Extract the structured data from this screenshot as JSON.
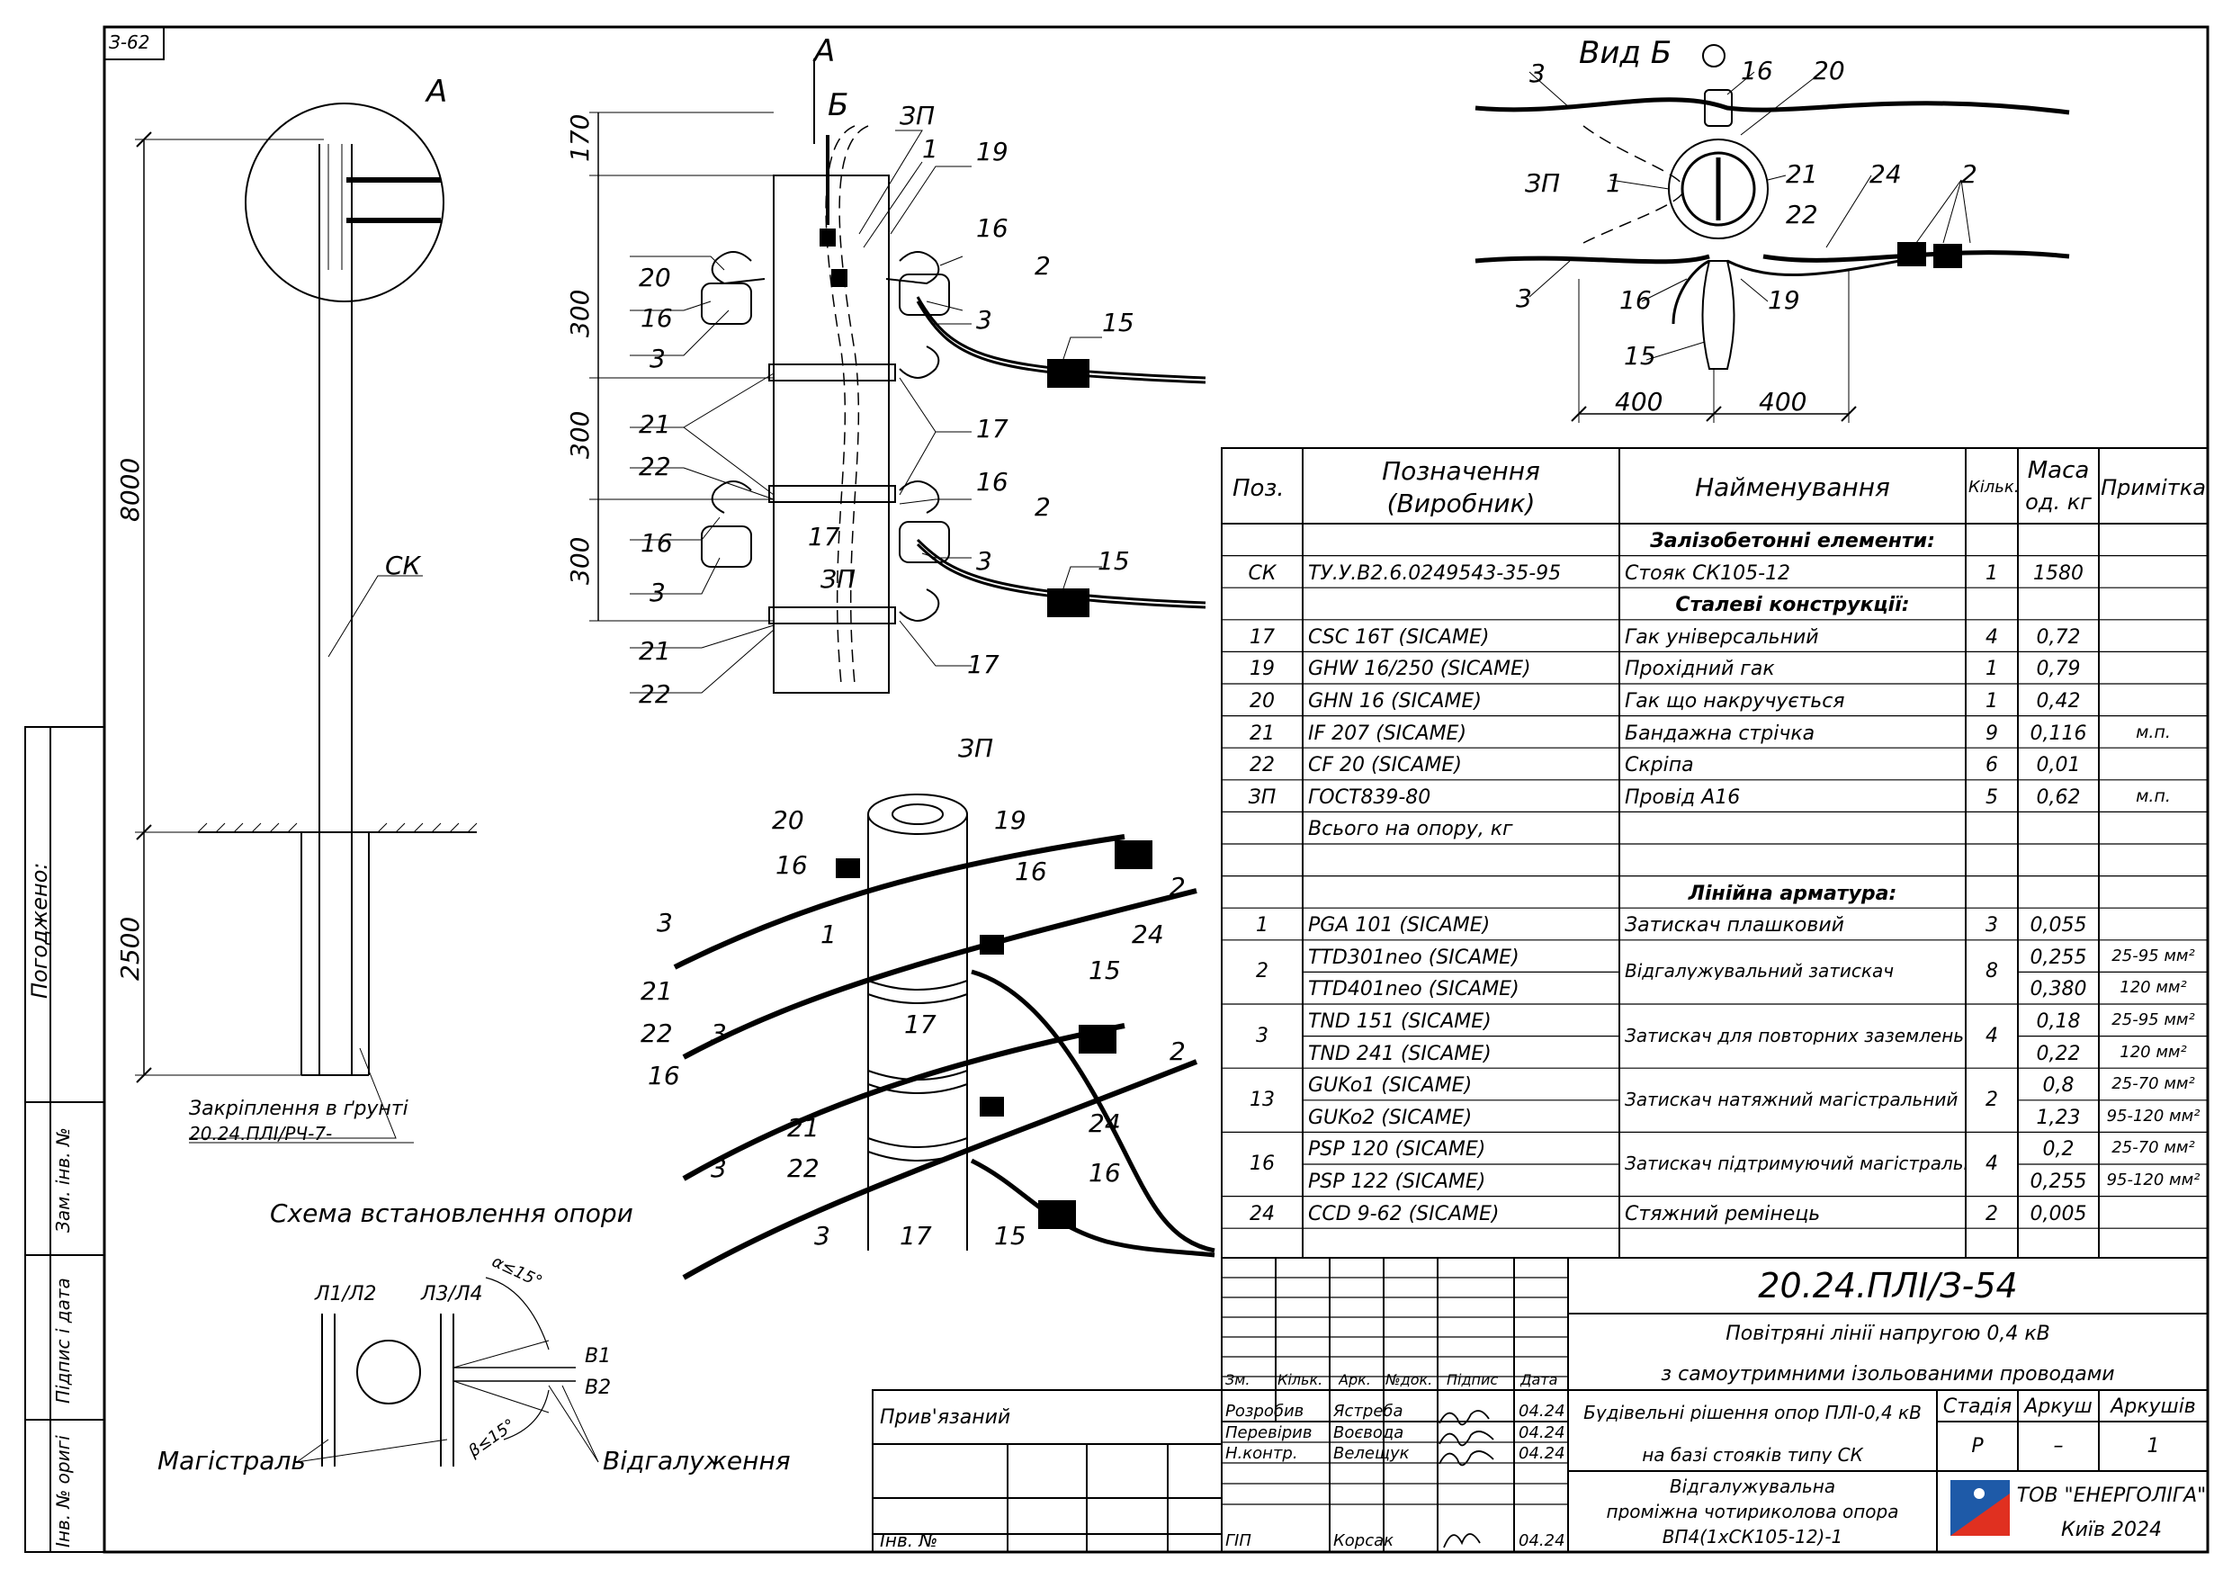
{
  "sheet_code": "З-62",
  "views": {
    "a_label": "А",
    "b_label": "Б",
    "view_b": "Вид Б",
    "scheme_title": "Схема встановлення опори",
    "soil_fix": "Закріплення в ґрунті",
    "soil_ref": "20.24.ПЛІ/РЧ-7-",
    "ck": "СК",
    "dim_8000": "8000",
    "dim_2500": "2500",
    "dim_170": "170",
    "dim_300": "300",
    "dim_400": "400",
    "l1l2": "Л1/Л2",
    "l3l4": "Л3/Л4",
    "b1": "В1",
    "b2": "В2",
    "alpha": "α≤15°",
    "beta": "β≤15°",
    "magistral": "Магістраль",
    "vidgaluzhennya": "Відгалуження"
  },
  "callouts": {
    "zp": "ЗП",
    "n1": "1",
    "n2": "2",
    "n3": "3",
    "n15": "15",
    "n16": "16",
    "n17": "17",
    "n19": "19",
    "n20": "20",
    "n21": "21",
    "n22": "22",
    "n24": "24"
  },
  "spec": {
    "headers": {
      "pos": "Поз.",
      "des1": "Позначення",
      "des2": "(Виробник)",
      "name": "Найменування",
      "qty": "Кільк.",
      "mass1": "Маса",
      "mass2": "од. кг",
      "note": "Примітка"
    },
    "rows": [
      {
        "section": "Залізобетонні елементи:"
      },
      {
        "pos": "СК",
        "des": "ТУ.У.В2.6.0249543-35-95",
        "name": "Стояк СК105-12",
        "qty": "1",
        "mass": "1580",
        "note": ""
      },
      {
        "section": "Сталеві конструкції:"
      },
      {
        "pos": "17",
        "des": "CSC 16T  (SICAME)",
        "name": "Гак універсальний",
        "qty": "4",
        "mass": "0,72",
        "note": ""
      },
      {
        "pos": "19",
        "des": "GHW 16/250  (SICAME)",
        "name": "Прохідний гак",
        "qty": "1",
        "mass": "0,79",
        "note": ""
      },
      {
        "pos": "20",
        "des": "GHN 16  (SICAME)",
        "name": "Гак що накручується",
        "qty": "1",
        "mass": "0,42",
        "note": ""
      },
      {
        "pos": "21",
        "des": "IF 207  (SICAME)",
        "name": "Бандажна стрічка",
        "qty": "9",
        "mass": "0,116",
        "note": "м.п."
      },
      {
        "pos": "22",
        "des": "CF 20  (SICAME)",
        "name": "Скріпа",
        "qty": "6",
        "mass": "0,01",
        "note": ""
      },
      {
        "pos": "ЗП",
        "des": "ГОСТ839-80",
        "name": "Провід А16",
        "qty": "5",
        "mass": "0,62",
        "note": "м.п."
      },
      {
        "pos": "",
        "des": "Всього на опору, кг",
        "name": "",
        "qty": "",
        "mass": "",
        "note": ""
      },
      {
        "pos": "",
        "des": "",
        "name": "",
        "qty": "",
        "mass": "",
        "note": ""
      },
      {
        "section": "Лінійна арматура:"
      },
      {
        "pos": "1",
        "des": "PGA 101  (SICAME)",
        "name": "Затискач плашковий",
        "qty": "3",
        "mass": "0,055",
        "note": ""
      }
    ],
    "groups": [
      {
        "pos": "2",
        "name": "Відгалужувальний затискач",
        "qty": "8",
        "lines": [
          {
            "des": "TTD301neo  (SICAME)",
            "mass": "0,255",
            "note": "25-95 мм²"
          },
          {
            "des": "TTD401neo  (SICAME)",
            "mass": "0,380",
            "note": "120 мм²"
          }
        ]
      },
      {
        "pos": "3",
        "name": "Затискач для повторних заземлень",
        "qty": "4",
        "lines": [
          {
            "des": "TND 151  (SICAME)",
            "mass": "0,18",
            "note": "25-95 мм²"
          },
          {
            "des": "TND 241  (SICAME)",
            "mass": "0,22",
            "note": "120 мм²"
          }
        ]
      },
      {
        "pos": "13",
        "name": "Затискач натяжний магістральний",
        "qty": "2",
        "lines": [
          {
            "des": "GUKo1  (SICAME)",
            "mass": "0,8",
            "note": "25-70 мм²"
          },
          {
            "des": "GUKo2  (SICAME)",
            "mass": "1,23",
            "note": "95-120 мм²"
          }
        ]
      },
      {
        "pos": "16",
        "name": "Затискач підтримуючий магістральний",
        "qty": "4",
        "lines": [
          {
            "des": "PSP 120  (SICAME)",
            "mass": "0,2",
            "note": "25-70 мм²"
          },
          {
            "des": "PSP 122  (SICAME)",
            "mass": "0,255",
            "note": "95-120 мм²"
          }
        ]
      }
    ],
    "last": {
      "pos": "24",
      "des": "CCD 9-62  (SICAME)",
      "name": "Стяжний ремінець",
      "qty": "2",
      "mass": "0,005",
      "note": ""
    }
  },
  "stamp": {
    "doc_code": "20.24.ПЛІ/З-54",
    "line1": "Повітряні лінії напругою 0,4 кВ",
    "line2": "з самоутримними ізольованими проводами",
    "sub1": "Будівельні рішення опор ПЛІ-0,4 кВ",
    "sub2": "на базі стояків типу СК",
    "title1": "Відгалужувальна",
    "title2": "проміжна чотириколова опора",
    "title3": "ВП4(1хСК105-12)-1",
    "h_zm": "Зм.",
    "h_kilk": "Кільк.",
    "h_ark": "Арк.",
    "h_ndok": "№док.",
    "h_pidpys": "Підпис",
    "h_data": "Дата",
    "stadia": "Стадія",
    "arkush": "Аркуш",
    "arkushiv": "Аркушів",
    "stadia_v": "Р",
    "arkush_v": "–",
    "arkushiv_v": "1",
    "roles": [
      {
        "role": "Розробив",
        "name": "Ястреба",
        "date": "04.24"
      },
      {
        "role": "Перевірив",
        "name": "Воєвода",
        "date": "04.24"
      },
      {
        "role": "Н.контр.",
        "name": "Велещук",
        "date": "04.24"
      },
      {
        "role": "ГІП",
        "name": "Корсак",
        "date": "04.24"
      }
    ],
    "company": "ТОВ \"ЕНЕРГОЛІГА\"",
    "city": "Київ 2024",
    "pryvyazanyi": "Прив'язаний",
    "inv": "Інв. №"
  },
  "side": {
    "pogodzheno": "Погоджено:",
    "zam_inv": "Зам. інв. №",
    "pidpys_data": "Підпис і дата",
    "inv_orig": "Інв. № оригі"
  }
}
